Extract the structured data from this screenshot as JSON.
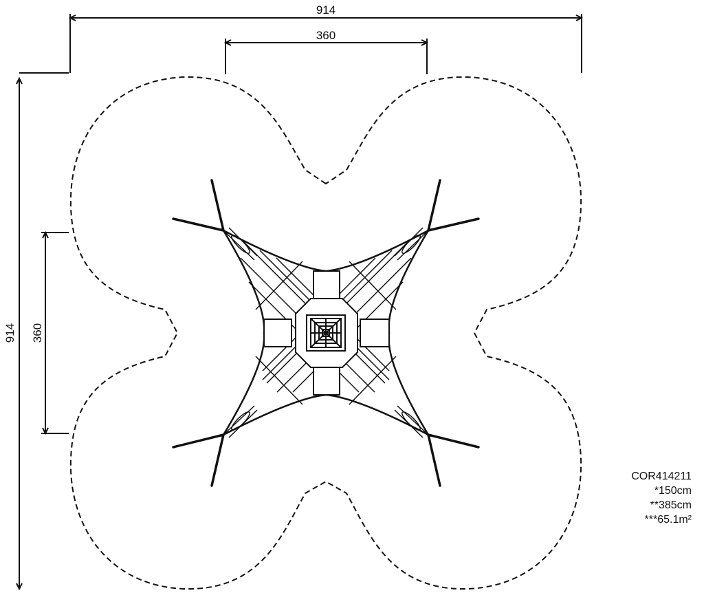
{
  "drawing": {
    "dimensions": {
      "overall_width": "914",
      "inner_width": "360",
      "overall_height": "914",
      "inner_height": "360"
    }
  },
  "info": {
    "product_code": "COR414211",
    "fall_height": "*150cm",
    "max_height": "**385cm",
    "safety_area": "***65.1m²"
  }
}
